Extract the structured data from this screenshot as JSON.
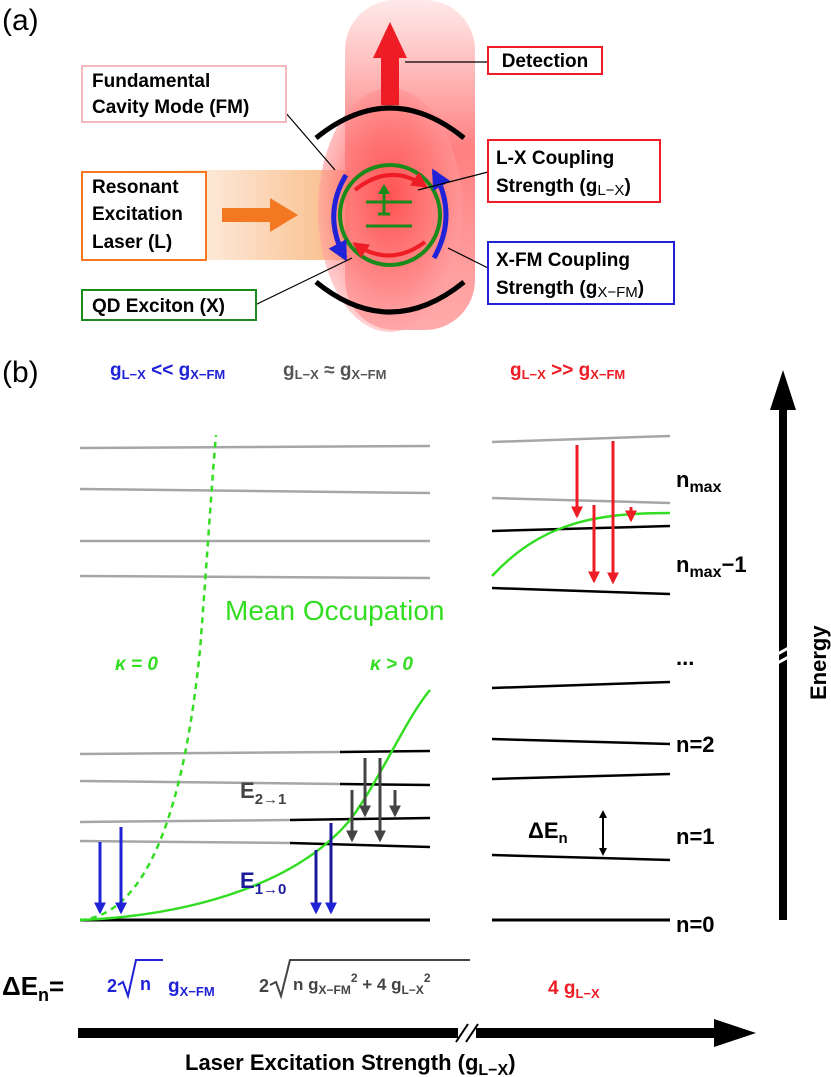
{
  "panels": {
    "a": "(a)",
    "b": "(b)"
  },
  "labels": {
    "detection": "Detection",
    "fm_1": "Fundamental",
    "fm_2": "Cavity Mode (FM)",
    "lx_1": "L-X Coupling",
    "lx_2": "Strength (g",
    "lx_sub": "L−X",
    "lx_close": ")",
    "laser_1": "Resonant",
    "laser_2": "Excitation",
    "laser_3": "Laser (L)",
    "xfm_1": "X-FM Coupling",
    "xfm_2": "Strength (g",
    "xfm_sub": "X−FM",
    "xfm_close": ")",
    "qd": "QD Exciton (X)"
  },
  "regimes": {
    "weak_g": "g",
    "weak_gsub": "L−X",
    "weak_rel": " << g",
    "weak_rsub": "X−FM",
    "mid_g": "g",
    "mid_gsub": "L−X",
    "mid_rel": " ≈ g",
    "mid_rsub": "X−FM",
    "strong_g": "g",
    "strong_gsub": "L−X",
    "strong_rel": " >> g",
    "strong_rsub": "X−FM"
  },
  "levels": {
    "nmax": "n",
    "nmax_sub": "max",
    "nmax1": "n",
    "nmax1_sub": "max",
    "nmax1_suffix": "−1",
    "dots": "...",
    "n2": "n=2",
    "n1": "n=1",
    "n0": "n=0"
  },
  "annotations": {
    "mean_occupation": "Mean Occupation",
    "kappa0": "κ = 0",
    "kappa_pos": "κ > 0",
    "e21": "E",
    "e21_sub": "2→1",
    "e10": "E",
    "e10_sub": "1→0",
    "den": "ΔE",
    "den_sub": "n"
  },
  "formulas": {
    "lhs": "ΔE",
    "lhs_sub": "n",
    "lhs_eq": "=",
    "weak_pre": "2",
    "weak_rad": "n",
    "weak_g": "g",
    "weak_gsub": "X−FM",
    "mid_pre": "2",
    "mid_n": "n g",
    "mid_nsub": "X−FM",
    "mid_pow1": "2",
    "mid_plus": " + 4 g",
    "mid_psub": "L−X",
    "mid_pow2": "2",
    "strong": "4 g",
    "strong_sub": "L−X"
  },
  "axes": {
    "energy": "Energy",
    "x_label": "Laser Excitation Strength (g",
    "x_sub": "L−X",
    "x_close": ")"
  },
  "colors": {
    "red": "#ee1c24",
    "blue": "#1f22d6",
    "green": "#1a8a1a",
    "light_green": "#33dd22",
    "orange": "#f47721",
    "pink": "#f4b7bc",
    "gray": "#a6a6a6",
    "dark_gray": "#444444",
    "navy": "#1a1a9a"
  }
}
